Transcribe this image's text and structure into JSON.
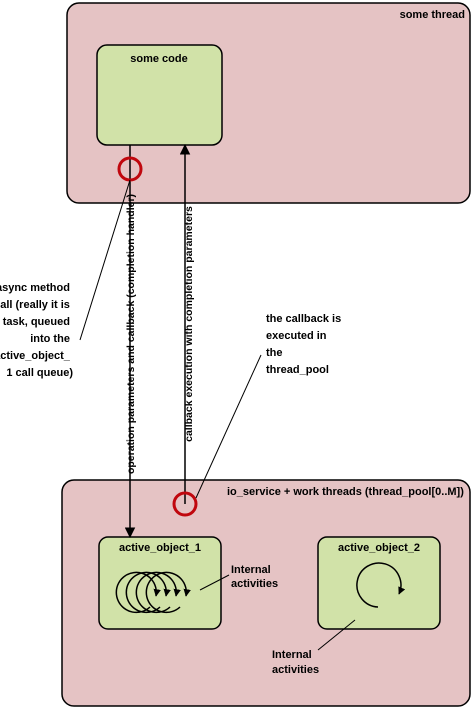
{
  "containers": {
    "some_thread": {
      "label": "some thread"
    },
    "io_service": {
      "label": "io_service + work threads (thread_pool[0..M])"
    }
  },
  "boxes": {
    "some_code": {
      "label": "some code"
    },
    "active_object_1": {
      "label": "active_object_1"
    },
    "active_object_2": {
      "label": "active_object_2"
    }
  },
  "arrows": {
    "operation": {
      "label": "operation parameters and callback (completion handler)"
    },
    "callback": {
      "label": "callback execution with completion parameters"
    }
  },
  "annotations": {
    "async_call": {
      "lines": [
        "async method",
        "call (really it is",
        "a task, queued",
        "into the",
        "active_object_",
        "1 call queue)"
      ]
    },
    "callback_executed": {
      "lines": [
        "the callback is",
        "executed in",
        "the",
        "thread_pool"
      ]
    },
    "internal_1": {
      "lines": [
        "Internal",
        "activities"
      ]
    },
    "internal_2": {
      "lines": [
        "Internal",
        "activities"
      ]
    }
  },
  "colors": {
    "container_fill": "#e5c3c4",
    "box_fill": "#d1e2a8",
    "marker": "#c0070e",
    "stroke": "#000000"
  }
}
